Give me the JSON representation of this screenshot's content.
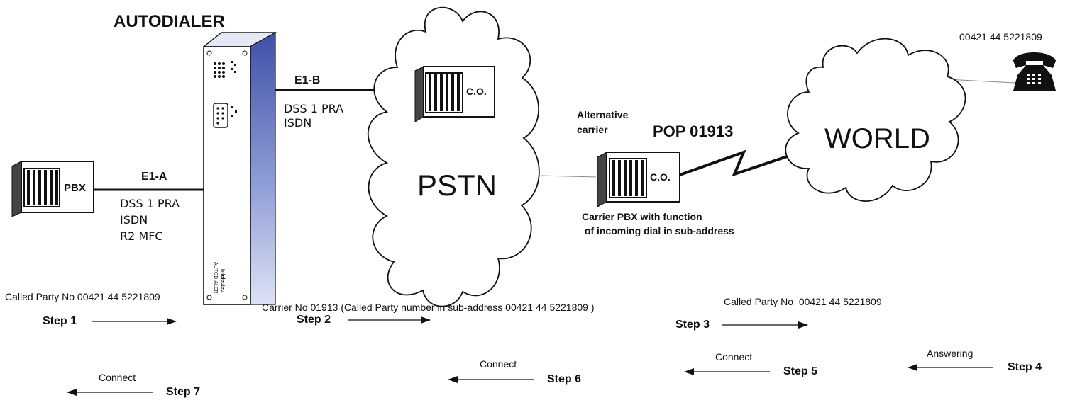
{
  "title": "AUTODIALER",
  "device": {
    "brand_text": "AUTODIALER",
    "maker_text": "Intelectec"
  },
  "pbx": {
    "label": "PBX"
  },
  "e1a": {
    "label": "E1-A",
    "proto1": "DSS 1 PRA",
    "proto2": "ISDN",
    "proto3": "R2 MFC"
  },
  "e1b": {
    "label": "E1-B",
    "proto1": "DSS 1 PRA",
    "proto2": "ISDN"
  },
  "pstn": {
    "label": "PSTN",
    "co_label": "C.O."
  },
  "alt": {
    "line1": "Alternative",
    "line2": "carrier",
    "pop": "POP 01913",
    "co_label": "C.O.",
    "desc1": "Carrier PBX with function",
    "desc2": " of incoming dial in sub-address"
  },
  "world": {
    "label": "WORLD"
  },
  "phone": {
    "number": "00421 44 5221809"
  },
  "steps": {
    "s1": {
      "caption": "Called Party No 00421 44 5221809",
      "label": "Step 1"
    },
    "s2": {
      "caption": "Carrier No 01913 (Called Party number in sub-address 00421 44 5221809 )",
      "label": "Step 2"
    },
    "s3": {
      "caption": "Called Party No  00421 44 5221809",
      "label": "Step 3"
    },
    "s4": {
      "caption": "Answering",
      "label": "Step 4"
    },
    "s5": {
      "caption": "Connect",
      "label": "Step 5"
    },
    "s6": {
      "caption": "Connect",
      "label": "Step 6"
    },
    "s7": {
      "caption": "Connect",
      "label": "Step 7"
    }
  }
}
